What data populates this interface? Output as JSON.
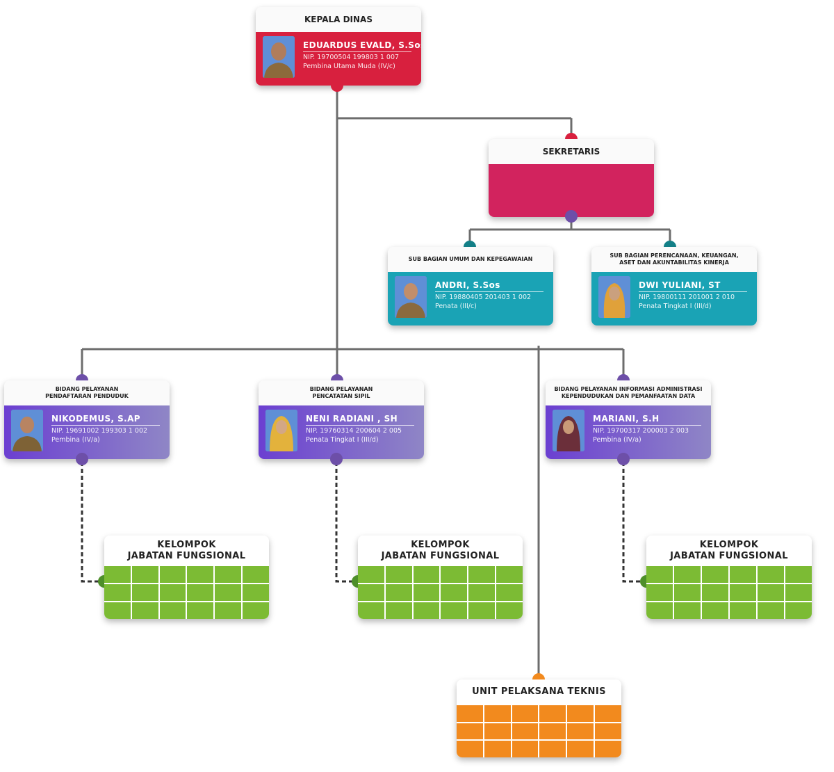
{
  "kepala": {
    "title": "KEPALA DINAS",
    "name": "EDUARDUS EVALD, S.Sos",
    "nip": "NIP. 19700504 199803 1 007",
    "rank": "Pembina Utama Muda (IV/c)"
  },
  "sekretaris": {
    "title": "SEKRETARIS"
  },
  "subbagian": [
    {
      "title": [
        "SUB BAGIAN UMUM DAN KEPEGAWAIAN"
      ],
      "name": "ANDRI, S.Sos",
      "nip": "NIP. 19880405 201403 1 002",
      "rank": "Penata (III/c)"
    },
    {
      "title": [
        "SUB BAGIAN PERENCANAAN, KEUANGAN,",
        "ASET DAN AKUNTABILITAS KINERJA"
      ],
      "name": "DWI YULIANI, ST",
      "nip": "NIP. 19800111 201001 2 010",
      "rank": "Penata Tingkat I (III/d)"
    }
  ],
  "bidang": [
    {
      "title": [
        "BIDANG PELAYANAN",
        "PENDAFTARAN PENDUDUK"
      ],
      "name": "NIKODEMUS, S.AP",
      "nip": "NIP. 19691002 199303 1 002",
      "rank": "Pembina (IV/a)"
    },
    {
      "title": [
        "BIDANG PELAYANAN",
        "PENCATATAN SIPIL"
      ],
      "name": "NENI RADIANI , SH",
      "nip": "NIP. 19760314 200604 2 005",
      "rank": "Penata Tingkat I (III/d)"
    },
    {
      "title": [
        "BIDANG PELAYANAN INFORMASI ADMINISTRASI",
        "KEPENDUDUKAN DAN PEMANFAATAN DATA"
      ],
      "name": "MARIANI, S.H",
      "nip": "NIP. 19700317 200003 2 003",
      "rank": "Pembina (IV/a)"
    }
  ],
  "kelompok": [
    {
      "title": [
        "KELOMPOK",
        "JABATAN FUNGSIONAL"
      ]
    },
    {
      "title": [
        "KELOMPOK",
        "JABATAN FUNGSIONAL"
      ]
    },
    {
      "title": [
        "KELOMPOK",
        "JABATAN FUNGSIONAL"
      ]
    }
  ],
  "upt": {
    "title": "UNIT PELAKSANA TEKNIS"
  },
  "colors": {
    "kepala": "#d8203e",
    "sekretaris": "#d2235e",
    "subbagian": "#1aa3b5",
    "bidang_from": "#6b3fd1",
    "bidang_to": "#8f86c6",
    "fungsional": "#7cbb34",
    "upt": "#f28a1e",
    "line": "#6d6d6d",
    "dot_purple": "#6d4fa8",
    "dot_teal": "#137f87"
  }
}
